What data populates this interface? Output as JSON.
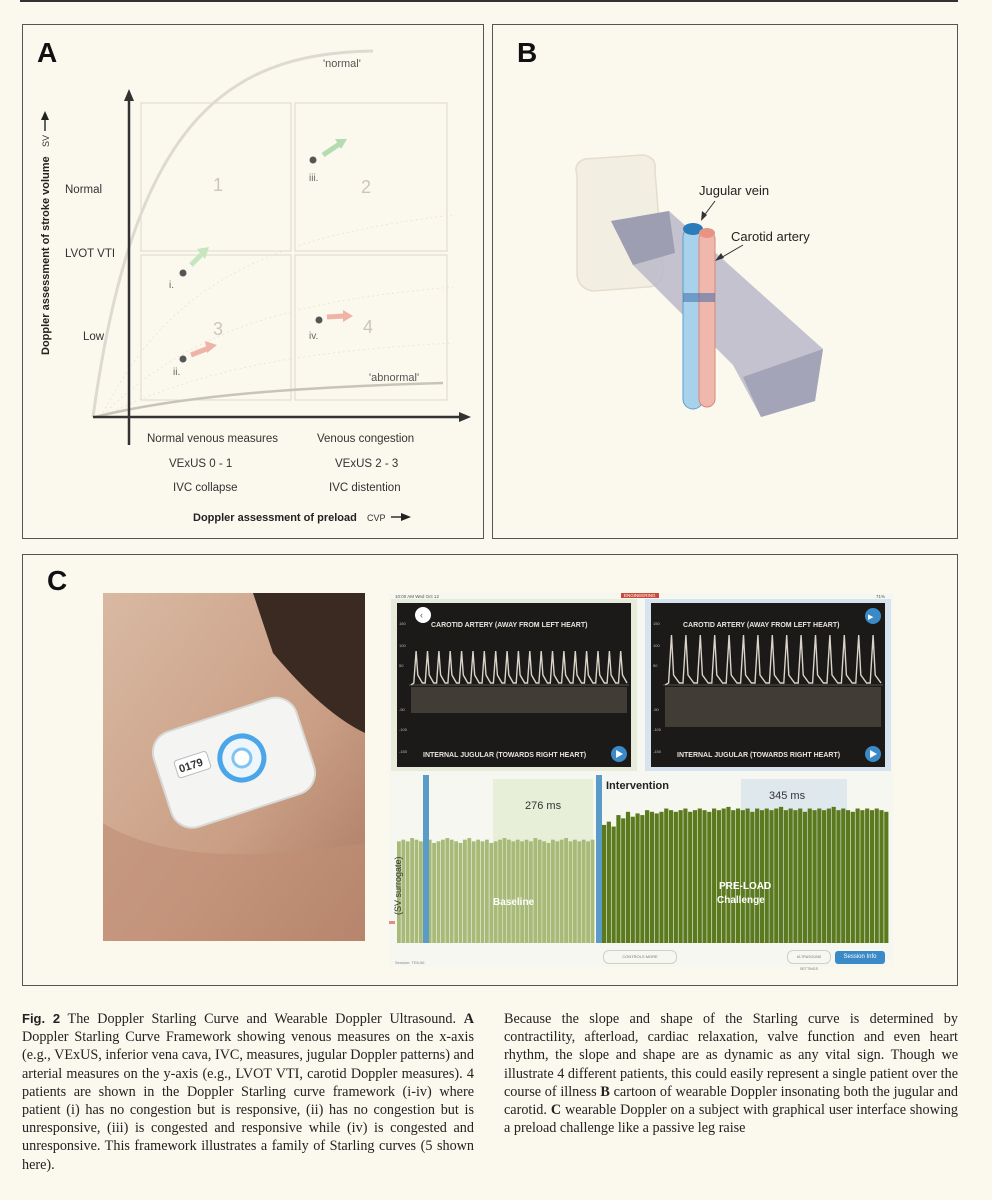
{
  "panel_a": {
    "label": "A",
    "curve_normal_label": "'normal'",
    "curve_abnormal_label": "'abnormal'",
    "y_axis_title": "Doppler assessment of stroke volume",
    "y_axis_arrow_label": "SV",
    "x_axis_title": "Doppler assessment of preload",
    "x_axis_arrow_label": "CVP",
    "y_levels": [
      "Normal",
      "LVOT VTI",
      "Low"
    ],
    "quadrants": [
      "1",
      "2",
      "3",
      "4"
    ],
    "patients": [
      "i.",
      "ii.",
      "iii.",
      "iv."
    ],
    "x_left_lines": [
      "Normal venous measures",
      "VExUS 0 - 1",
      "IVC collapse"
    ],
    "x_right_lines": [
      "Venous congestion",
      "VExUS 2 - 3",
      "IVC distention"
    ]
  },
  "panel_b": {
    "label": "B",
    "jugular_label": "Jugular vein",
    "carotid_label": "Carotid artery"
  },
  "panel_c": {
    "label": "C",
    "patch_id": "0179",
    "status_time": "10:00 AM  Wed Oct 12",
    "status_tag": "ENGINEERING",
    "status_battery": "71%",
    "doppler_top_label": "CAROTID ARTERY (AWAY FROM LEFT HEART)",
    "doppler_bottom_label": "INTERNAL JUGULAR (TOWARDS RIGHT HEART)",
    "scale_ticks": [
      "150",
      "100",
      "50",
      "-50",
      "-100",
      "-150"
    ],
    "y_label": "(SV surrogate)",
    "baseline_label": "Baseline",
    "intervention_label": "Intervention",
    "preload_label_1": "PRE-LOAD",
    "preload_label_2": "Challenge",
    "window_left_ms": "276 ms",
    "window_right_ms": "345 ms",
    "session_text": "Session: TE8-56",
    "btn_controls": "CONTROLS MORE",
    "btn_ultrasound": "ULTRASOUND SETTINGS",
    "btn_session_info": "Session Info"
  },
  "caption": {
    "fig_label": "Fig. 2",
    "title": "The Doppler Starling Curve and Wearable Doppler Ultrasound.",
    "a_letter": "A",
    "a_text": "Doppler Starling Curve Framework showing venous measures on the x-axis (e.g., VExUS, inferior vena cava, IVC, measures, jugular Doppler patterns) and arterial measures on the y-axis (e.g., LVOT VTI, carotid Doppler measures). 4 patients are shown in the Doppler Starling curve framework (i-iv) where patient (i) has no congestion but is responsive, (ii) has no congestion but is unresponsive, (iii) is congested and responsive while (iv) is congested and unresponsive. This framework illustrates a family of Starling curves (5 shown here).",
    "right_text_1": "Because the slope and shape of the Starling curve is determined by contractility, afterload, cardiac relaxation, valve function and even heart rhythm, the slope and shape are as dynamic as any vital sign. Though we illustrate 4 different patients, this could easily represent a single patient over the course of illness",
    "b_letter": "B",
    "b_text": "cartoon of wearable Doppler insonating both the jugular and carotid.",
    "c_letter": "C",
    "c_text": "wearable Doppler on a subject with graphical user interface showing a preload challenge like a passive leg raise"
  },
  "chart_data": {
    "type": "bar",
    "title": "",
    "ylabel": "(SV surrogate)",
    "baseline_values": [
      62,
      63,
      62,
      64,
      63,
      62,
      64,
      63,
      61,
      62,
      63,
      64,
      63,
      62,
      61,
      63,
      64,
      62,
      63,
      62,
      63,
      61,
      62,
      63,
      64,
      63,
      62,
      63,
      62,
      63,
      62,
      64,
      63,
      62,
      61,
      63,
      62,
      63,
      64,
      62,
      63,
      62,
      63,
      62,
      63
    ],
    "preload_values": [
      72,
      74,
      71,
      78,
      76,
      80,
      77,
      79,
      78,
      81,
      80,
      79,
      80,
      82,
      81,
      80,
      81,
      82,
      80,
      81,
      82,
      81,
      80,
      82,
      81,
      82,
      83,
      81,
      82,
      81,
      82,
      80,
      82,
      81,
      82,
      81,
      82,
      83,
      81,
      82,
      81,
      82,
      80,
      82,
      81,
      82,
      81,
      82,
      83,
      81,
      82,
      81,
      80,
      82,
      81,
      82,
      81,
      82,
      81,
      80
    ],
    "ylim": [
      0,
      100
    ],
    "colors": {
      "baseline": "#a8ba78",
      "preload": "#5b7a1d",
      "marker": "#5b9bc8"
    }
  }
}
